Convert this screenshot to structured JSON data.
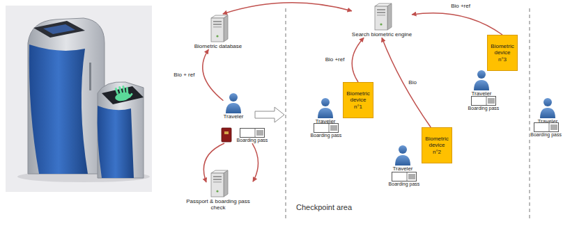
{
  "diagram": {
    "nodes": [
      {
        "text": [
          "Biometric database"
        ]
      },
      {
        "text": [
          "Search biometric engine"
        ]
      },
      {
        "text": [
          "Biometric device n°3"
        ]
      },
      {
        "text": [
          "Traveler"
        ]
      },
      {
        "text": [
          "Boarding pass"
        ]
      },
      {
        "text": [
          "Biometric device n°1"
        ]
      },
      {
        "text": [
          "Traveler"
        ]
      },
      {
        "text": [
          "Boarding pass"
        ]
      },
      {
        "text": [
          "Traveler"
        ]
      },
      {
        "text": [
          "Boarding pass"
        ]
      },
      {
        "text": [
          "Traveler"
        ]
      },
      {
        "text": [
          "Boarding pass"
        ]
      },
      {
        "text": [
          "Biometric device n°2"
        ]
      },
      {
        "text": [
          "Traveler"
        ]
      },
      {
        "text": [
          "Boarding pass"
        ]
      },
      {
        "text": [
          "Passport & boarding pass check"
        ]
      }
    ],
    "edges": [
      {
        "from": 3,
        "to": 0,
        "label": "Bio + ref",
        "arrow": "to"
      },
      {
        "from": 0,
        "to": 1,
        "arrow": "both"
      },
      {
        "from": 5,
        "to": 1,
        "label": "Bio +ref",
        "arrow": "to"
      },
      {
        "from": 12,
        "to": 1,
        "label": "Bio",
        "arrow": "to"
      },
      {
        "from": 2,
        "to": 1,
        "label": "Bio +ref",
        "arrow": "to"
      },
      {
        "from": 4,
        "to": 15,
        "arrow": "to"
      }
    ],
    "labels": [
      "Checkpoint area"
    ]
  }
}
